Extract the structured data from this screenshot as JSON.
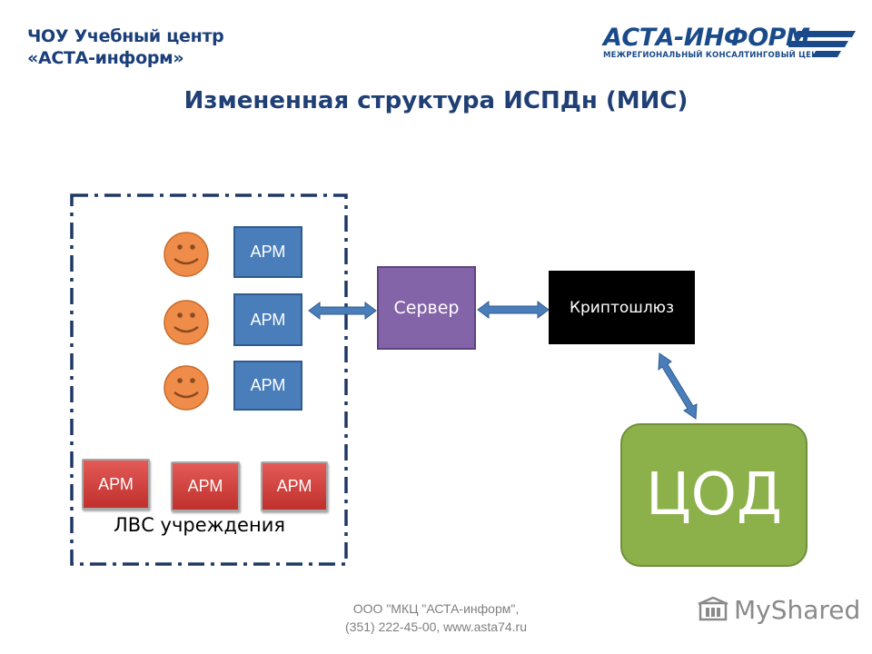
{
  "header": {
    "org_logo_line1": "ЧОУ Учебный центр",
    "org_logo_line2": "«АСТА-информ»",
    "brand_name": "АСТА-ИНФОРМ",
    "brand_subtitle": "МЕЖРЕГИОНАЛЬНЫЙ КОНСАЛТИНГОВЫЙ ЦЕНТР"
  },
  "title": "Измененная структура ИСПДн (МИС)",
  "lan": {
    "label": "ЛВС учреждения",
    "workstations_blue": [
      "АРМ",
      "АРМ",
      "АРМ"
    ],
    "workstations_red": [
      "АРМ",
      "АРМ",
      "АРМ"
    ]
  },
  "server_label": "Сервер",
  "gateway_label": "Криптошлюз",
  "datacenter_label": "ЦОД",
  "footer": {
    "line1": "ООО \"МКЦ \"АСТА-информ\",",
    "line2": "(351) 222-45-00, www.asta74.ru"
  },
  "watermark": "MyShared",
  "colors": {
    "title": "#1f3f75",
    "arm_blue": "#4a7ebb",
    "arm_red": "#c0302c",
    "face": "#f08c4a",
    "server": "#8464a8",
    "gateway": "#000000",
    "datacenter": "#8cb14a",
    "arrow": "#4a7ebb"
  },
  "icons": [
    "smiley-icon",
    "double-arrow-icon",
    "brand-stripes-icon",
    "myshared-icon"
  ]
}
